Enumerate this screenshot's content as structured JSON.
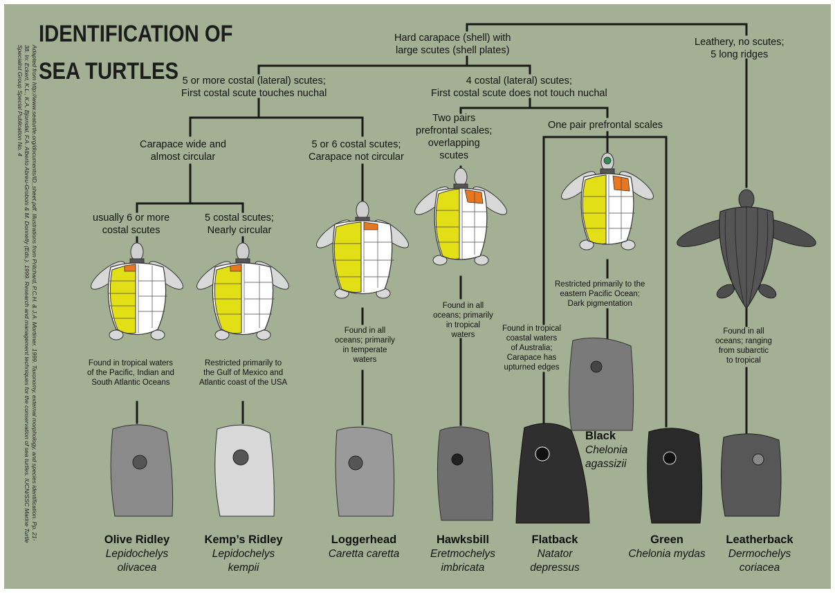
{
  "title": {
    "line1": "IDENTIFICATION OF",
    "line2": "SEA TURTLES"
  },
  "credit": "Adapted from http://www.seaturtle.org/documents/ID_sheet.pdf. Illustrations from Pritchard, P.C.H. & J.A. Mortimer. 1999. Taxonomy, external morphology, and species identification. Pp. 21-38. In: Eckert, K.L., K.A. Bjorndal, F.A. Alberto Abreu-Grobois & M. Donnelly (Eds.). 1999. Research and management techniques for the conservation of sea turtles. IUCN/SSC Marine Turtle Specialist Group Special Publication No. 4",
  "nodes": {
    "root": [
      "Hard carapace (shell) with",
      "large scutes (shell plates)"
    ],
    "leathery": [
      "Leathery, no scutes;",
      "5 long ridges"
    ],
    "five_costal": [
      "5 or more costal (lateral) scutes;",
      "First costal scute touches nuchal"
    ],
    "four_costal": [
      "4 costal (lateral) scutes;",
      "First costal scute does not touch nuchal"
    ],
    "wide_circular": [
      "Carapace wide and",
      "almost circular"
    ],
    "not_circular": [
      "5 or 6 costal scutes;",
      "Carapace not circular"
    ],
    "two_pairs": [
      "Two pairs",
      "prefrontal scales;",
      "overlapping",
      "scutes"
    ],
    "one_pair": [
      "One pair prefrontal scales"
    ],
    "six_costal": [
      "usually 6 or more",
      "costal scutes"
    ],
    "nearly_circular": [
      "5 costal scutes;",
      "Nearly circular"
    ]
  },
  "distributions": {
    "olive": [
      "Found in tropical waters",
      "of the Pacific, Indian and",
      "South Atlantic Oceans"
    ],
    "kemps": [
      "Restricted primarily to",
      "the Gulf of Mexico and",
      "Atlantic coast of the USA"
    ],
    "loggerhead": [
      "Found in all",
      "oceans; primarily",
      "in temperate",
      "waters"
    ],
    "hawksbill": [
      "Found in all",
      "oceans; primarily",
      "in tropical",
      "waters"
    ],
    "flatback": [
      "Found in tropical",
      "coastal waters",
      "of Australia;",
      "Carapace has",
      "upturned edges"
    ],
    "black": [
      "Restricted primarily to the",
      "eastern Pacific Ocean;",
      "Dark pigmentation"
    ],
    "leatherback": [
      "Found in all",
      "oceans; ranging",
      "from subarctic",
      "to tropical"
    ]
  },
  "species": {
    "olive": {
      "common": "Olive Ridley",
      "sci1": "Lepidochelys",
      "sci2": "olivacea"
    },
    "kemps": {
      "common": "Kemp’s Ridley",
      "sci1": "Lepidochelys",
      "sci2": "kempii"
    },
    "loggerhead": {
      "common": "Loggerhead",
      "sci1": "Caretta caretta",
      "sci2": ""
    },
    "hawksbill": {
      "common": "Hawksbill",
      "sci1": "Eretmochelys",
      "sci2": "imbricata"
    },
    "flatback": {
      "common": "Flatback",
      "sci1": "Natator",
      "sci2": "depressus"
    },
    "black": {
      "common": "Black",
      "sci1": "Chelonia",
      "sci2": "agassizii"
    },
    "green": {
      "common": "Green",
      "sci1": "Chelonia mydas",
      "sci2": ""
    },
    "leatherback": {
      "common": "Leatherback",
      "sci1": "Dermochelys",
      "sci2": "coriacea"
    }
  },
  "colors": {
    "background": "#a3b093",
    "costal_highlight": "#e3df17",
    "nuchal_highlight": "#e8771f",
    "lines": "#1a1a1a"
  }
}
